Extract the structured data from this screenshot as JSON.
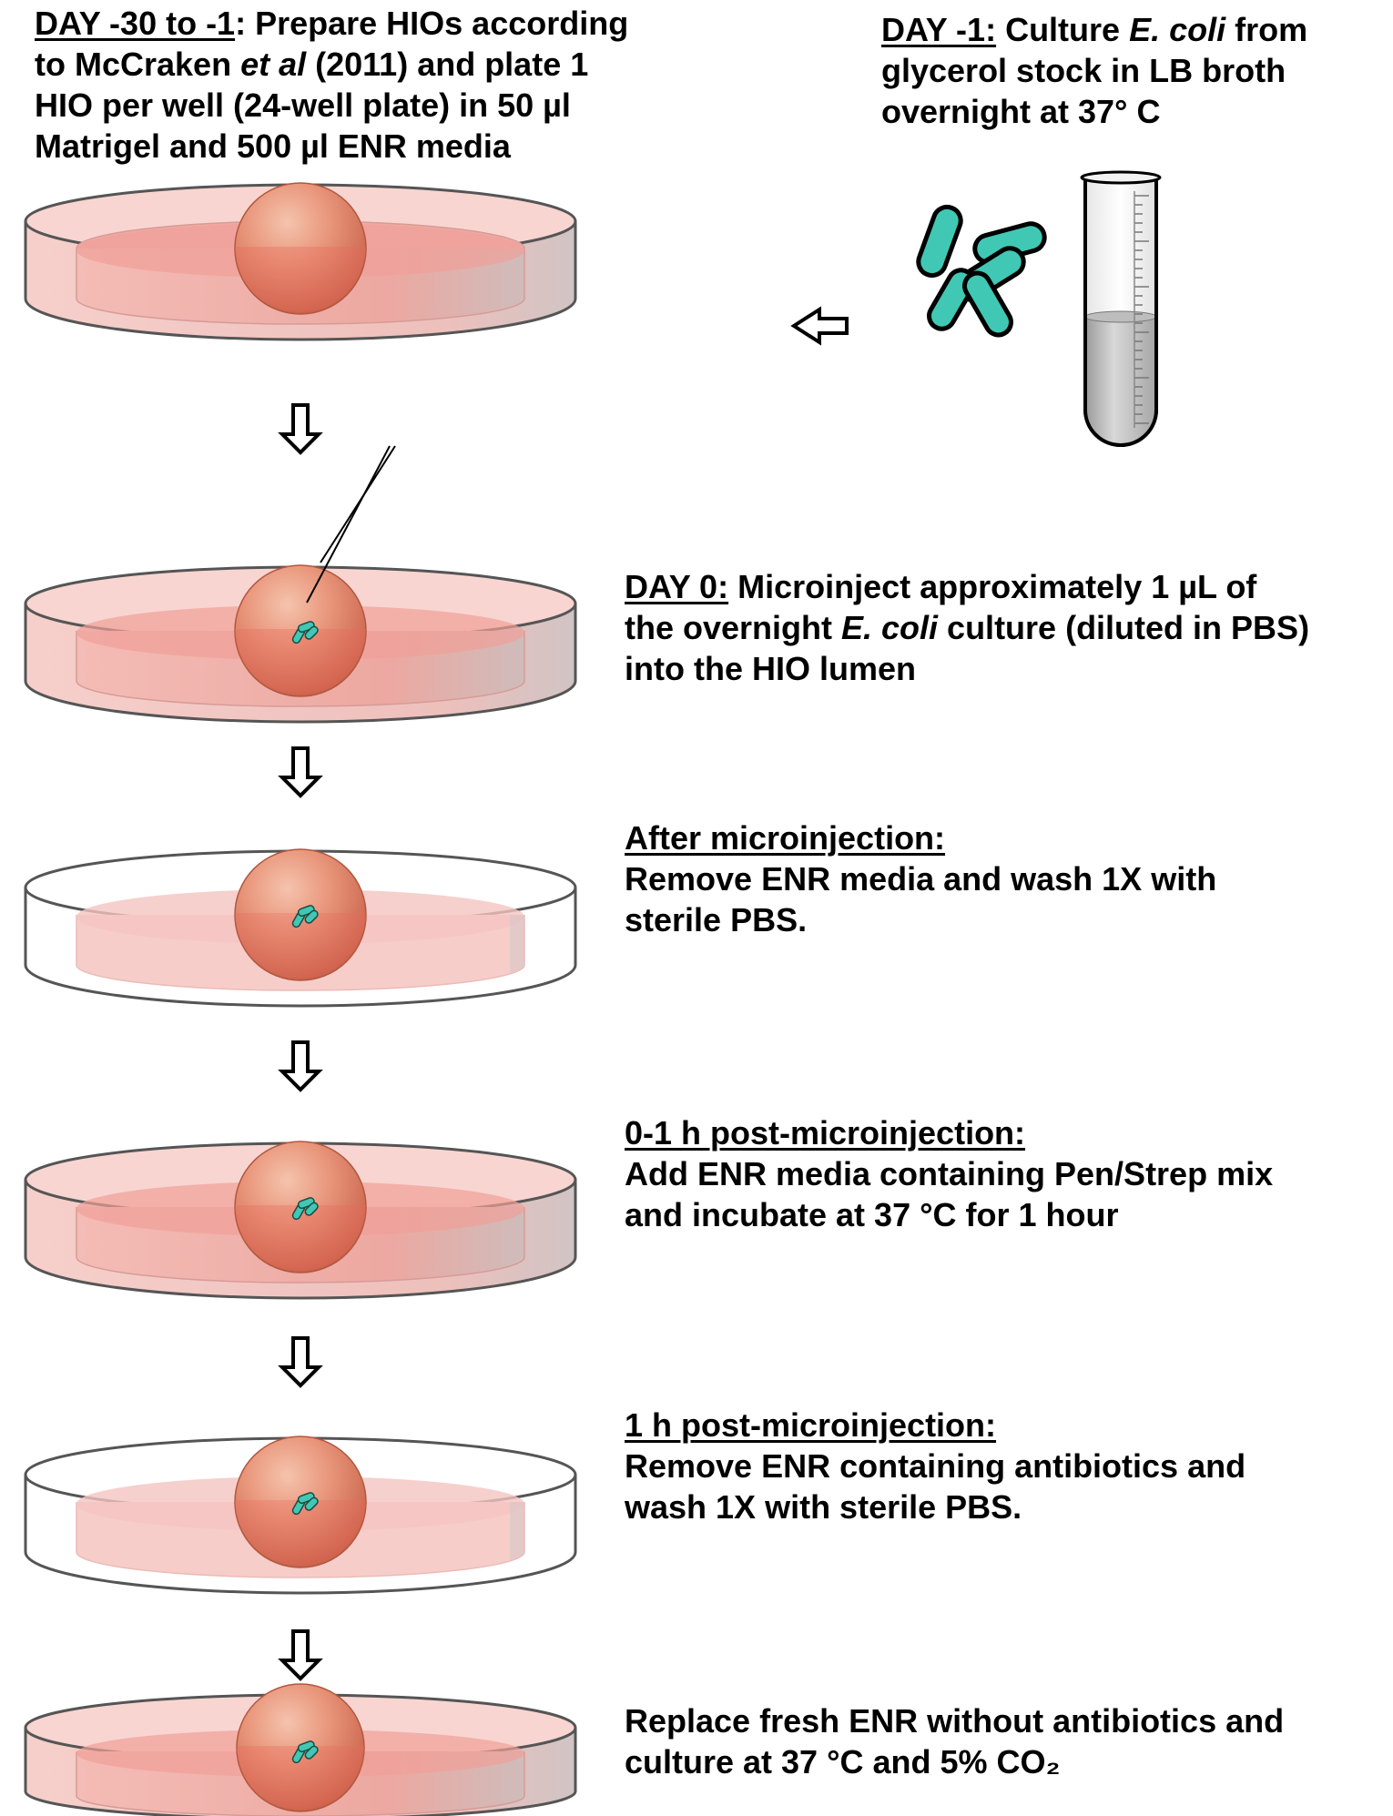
{
  "steps": {
    "prep": {
      "lines": [
        {
          "underlined": "DAY -30 to -1",
          "text": ": Prepare HIOs according"
        },
        {
          "text": "to McCraken ",
          "italic": "et al",
          "rest": " (2011) and plate 1"
        },
        {
          "text": "HIO per well (24-well plate) in 50 µl"
        },
        {
          "text": "Matrigel and 500 µl ENR media"
        }
      ]
    },
    "ecoli": {
      "lines": [
        {
          "underlined": "DAY -1:",
          "text": " Culture ",
          "italic": "E. coli",
          "rest": " from"
        },
        {
          "text": "glycerol stock in LB broth"
        },
        {
          "text": "overnight at 37° C"
        }
      ]
    },
    "day0": {
      "lines": [
        {
          "underlined": "DAY 0:",
          "text": " Microinject approximately 1 µL of"
        },
        {
          "text": "the overnight ",
          "italic": "E. coli",
          "rest": " culture (diluted in PBS)"
        },
        {
          "text": "into the HIO lumen"
        }
      ]
    },
    "after": {
      "lines": [
        {
          "underlined": "After microinjection:"
        },
        {
          "text": "Remove ENR media and wash 1X with"
        },
        {
          "text": "sterile PBS."
        }
      ]
    },
    "post01": {
      "lines": [
        {
          "underlined": "0-1 h post-microinjection:"
        },
        {
          "text": "Add ENR media containing Pen/Strep mix"
        },
        {
          "text": "and incubate at 37 °C for 1 hour"
        }
      ]
    },
    "post1": {
      "lines": [
        {
          "underlined": "1 h post-microinjection:"
        },
        {
          "text": "Remove ENR containing antibiotics and"
        },
        {
          "text": "wash 1X with sterile PBS."
        }
      ]
    },
    "replace": {
      "lines": [
        {
          "text": "Replace fresh ENR without antibiotics and"
        },
        {
          "text": "culture at 37 °C and 5% CO₂"
        }
      ]
    }
  },
  "colors": {
    "media": "#f1b1ab",
    "media_dark": "#e79590",
    "dish_empty": "#ffffff",
    "hio": "#e4866a",
    "bacteria": "#40c8b4",
    "tube_liquid": "#c9c9c9",
    "outline": "#000000"
  },
  "icons": [
    "down-arrow-icon",
    "left-arrow-icon",
    "needle-icon",
    "bacteria-icon",
    "test-tube-icon",
    "petri-dish-icon",
    "organoid-icon"
  ]
}
